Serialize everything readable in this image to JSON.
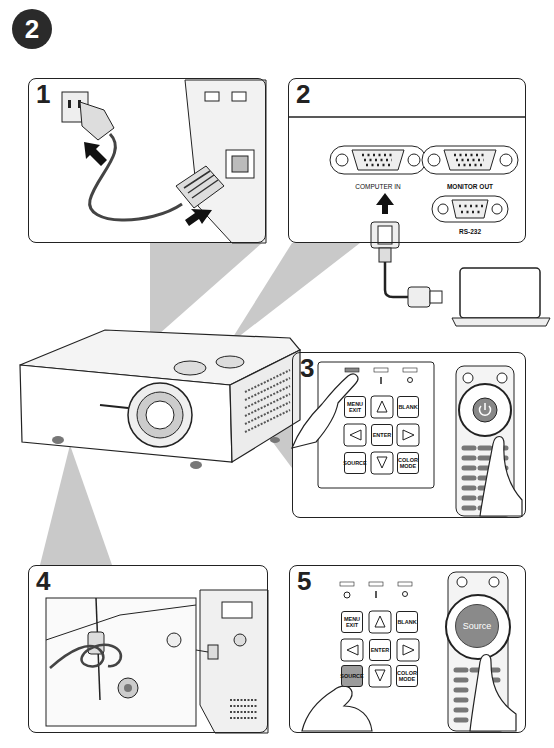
{
  "diagram": {
    "nodes": [
      {
        "text": [
          "2"
        ]
      },
      {
        "text": [
          "1"
        ]
      },
      {
        "text": [
          "2"
        ]
      },
      {
        "text": [
          "3"
        ]
      },
      {
        "text": [
          "MENU EXIT"
        ],
        "in": 3
      },
      {
        "text": [
          "BLANK"
        ],
        "in": 3
      },
      {
        "text": [
          "ENTER"
        ],
        "in": 3
      },
      {
        "text": [
          "SOURCE"
        ],
        "in": 3
      },
      {
        "text": [
          "COLOR MODE"
        ],
        "in": 3
      },
      {
        "text": [
          "4"
        ]
      },
      {
        "text": [
          "5"
        ]
      },
      {
        "text": [
          "MENU EXIT"
        ],
        "in": 10
      },
      {
        "text": [
          "BLANK"
        ],
        "in": 10
      },
      {
        "text": [
          "ENTER"
        ],
        "in": 10
      },
      {
        "text": [
          "SOURCE"
        ],
        "in": 10
      },
      {
        "text": [
          "COLOR MODE"
        ],
        "in": 10
      },
      {
        "text": [
          "Source"
        ],
        "in": 10
      }
    ],
    "labels": [
      "COMPUTER IN",
      "MONITOR OUT",
      "RS-232"
    ]
  }
}
